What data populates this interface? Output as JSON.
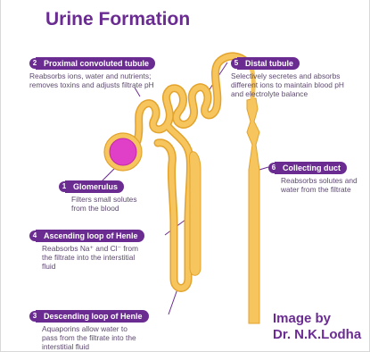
{
  "title": "Urine Formation",
  "labels": [
    {
      "num": "2",
      "name": "Proximal convoluted tubule",
      "desc": [
        "Reabsorbs ions, water and nutrients;",
        "removes toxins and adjusts filtrate pH"
      ]
    },
    {
      "num": "5",
      "name": "Distal tubule",
      "desc": [
        "Selectively secretes and absorbs",
        "different ions to maintain blood pH",
        "and electrolyte balance"
      ]
    },
    {
      "num": "1",
      "name": "Glomerulus",
      "desc": [
        "Filters small solutes",
        "from the blood"
      ]
    },
    {
      "num": "6",
      "name": "Collecting duct",
      "desc": [
        "Reabsorbs solutes and",
        "water from the filtrate"
      ]
    },
    {
      "num": "4",
      "name": "Ascending loop of Henle",
      "desc": [
        "Reabsorbs Na⁺ and Cl⁻ from",
        "the filtrate into the interstitial",
        "fluid"
      ]
    },
    {
      "num": "3",
      "name": "Descending loop of Henle",
      "desc": [
        "Aquaporins allow water to",
        "pass from the filtrate into the",
        "interstitial fluid"
      ]
    }
  ],
  "credit": [
    "Image by",
    "Dr. N.K.Lodha"
  ],
  "colors": {
    "accent": "#6a2c91",
    "tubule": "#f6c55e",
    "tubule_edge": "#e3a32c",
    "glomerulus": "#e040c8",
    "capsule": "#f6c55e"
  }
}
